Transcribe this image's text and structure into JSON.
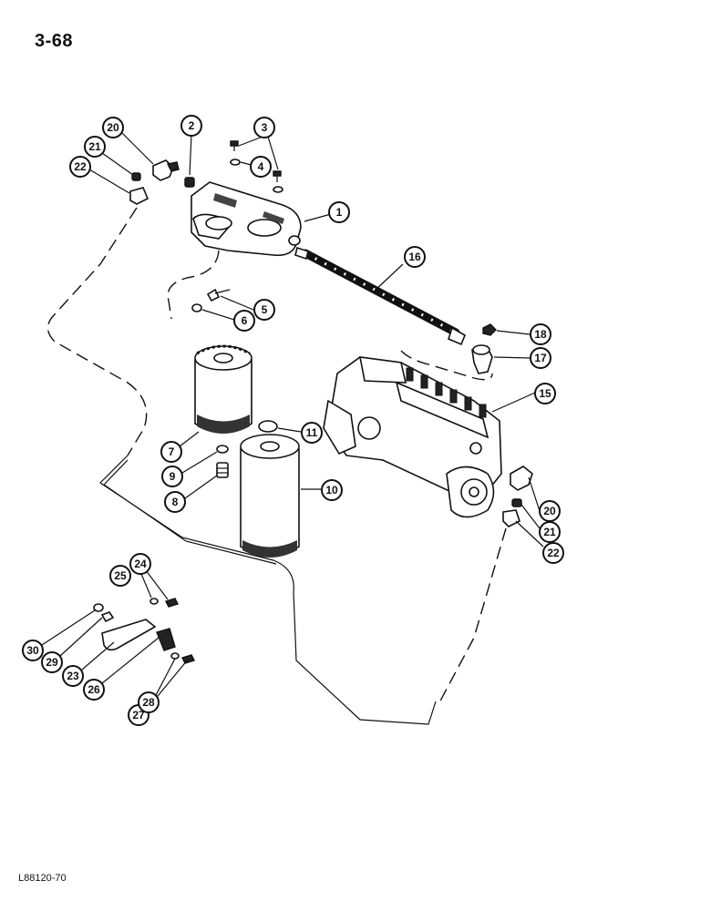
{
  "page_number": "3-68",
  "figure_code": "L88120-70",
  "callouts": [
    "1",
    "2",
    "3",
    "4",
    "5",
    "6",
    "7",
    "8",
    "9",
    "10",
    "11",
    "15",
    "16",
    "17",
    "18",
    "20",
    "21",
    "22",
    "20",
    "21",
    "22",
    "23",
    "24",
    "25",
    "26",
    "27",
    "28",
    "29",
    "30"
  ]
}
